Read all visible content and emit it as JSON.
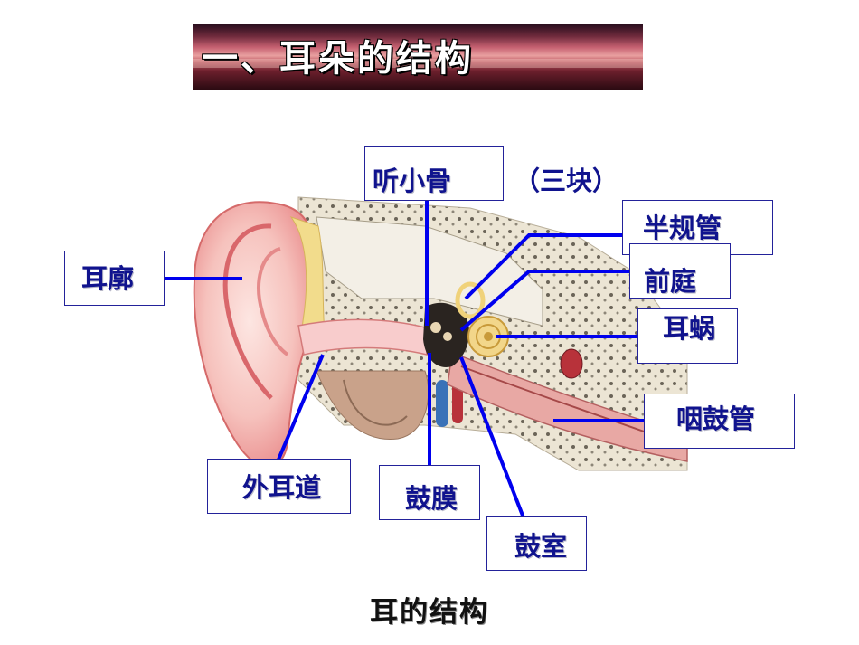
{
  "title": "一、耳朵的结构",
  "caption": "耳的结构",
  "labels": {
    "auricle": "耳廓",
    "ossicles": "听小骨",
    "ossicles_note": "（三块）",
    "semicircular_canals": "半规管",
    "vestibule": "前庭",
    "cochlea": "耳蜗",
    "eustachian_tube": "咽鼓管",
    "ear_canal": "外耳道",
    "eardrum": "鼓膜",
    "tympanic_cavity": "鼓室"
  },
  "colors": {
    "leader_line": "#0000ee",
    "label_text": "#10138e",
    "box_border": "#23229a",
    "skin": "#f4b3b0",
    "cartilage": "#f2dc8c",
    "bone": "#e8e2d2"
  }
}
